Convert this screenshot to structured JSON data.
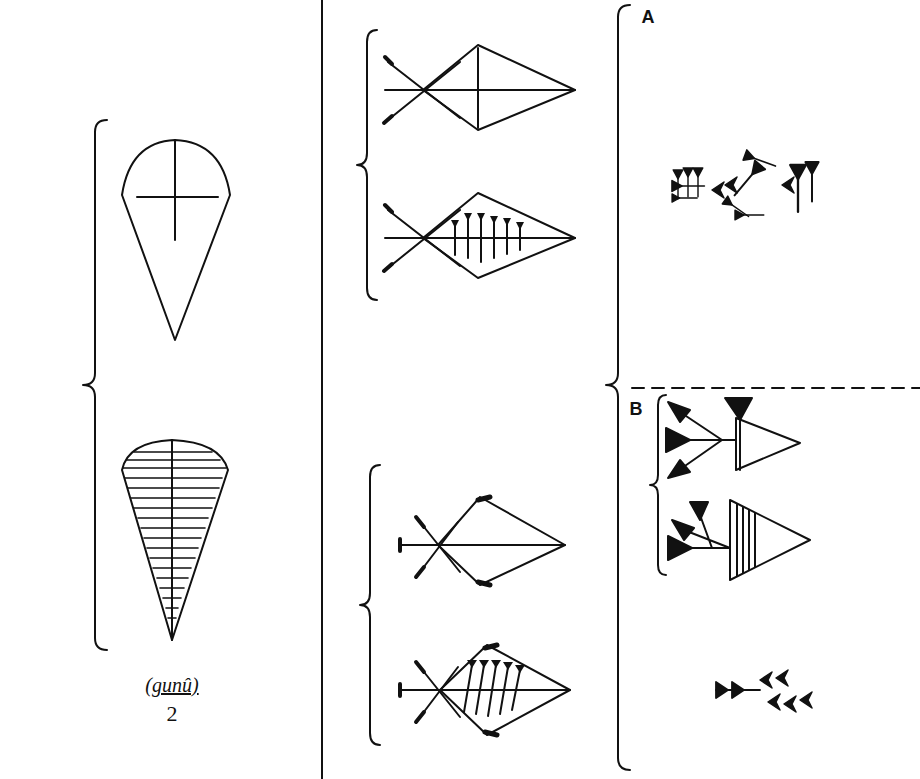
{
  "diagram": {
    "labels": [
      "(gunû)",
      "2",
      "A",
      "B"
    ]
  }
}
